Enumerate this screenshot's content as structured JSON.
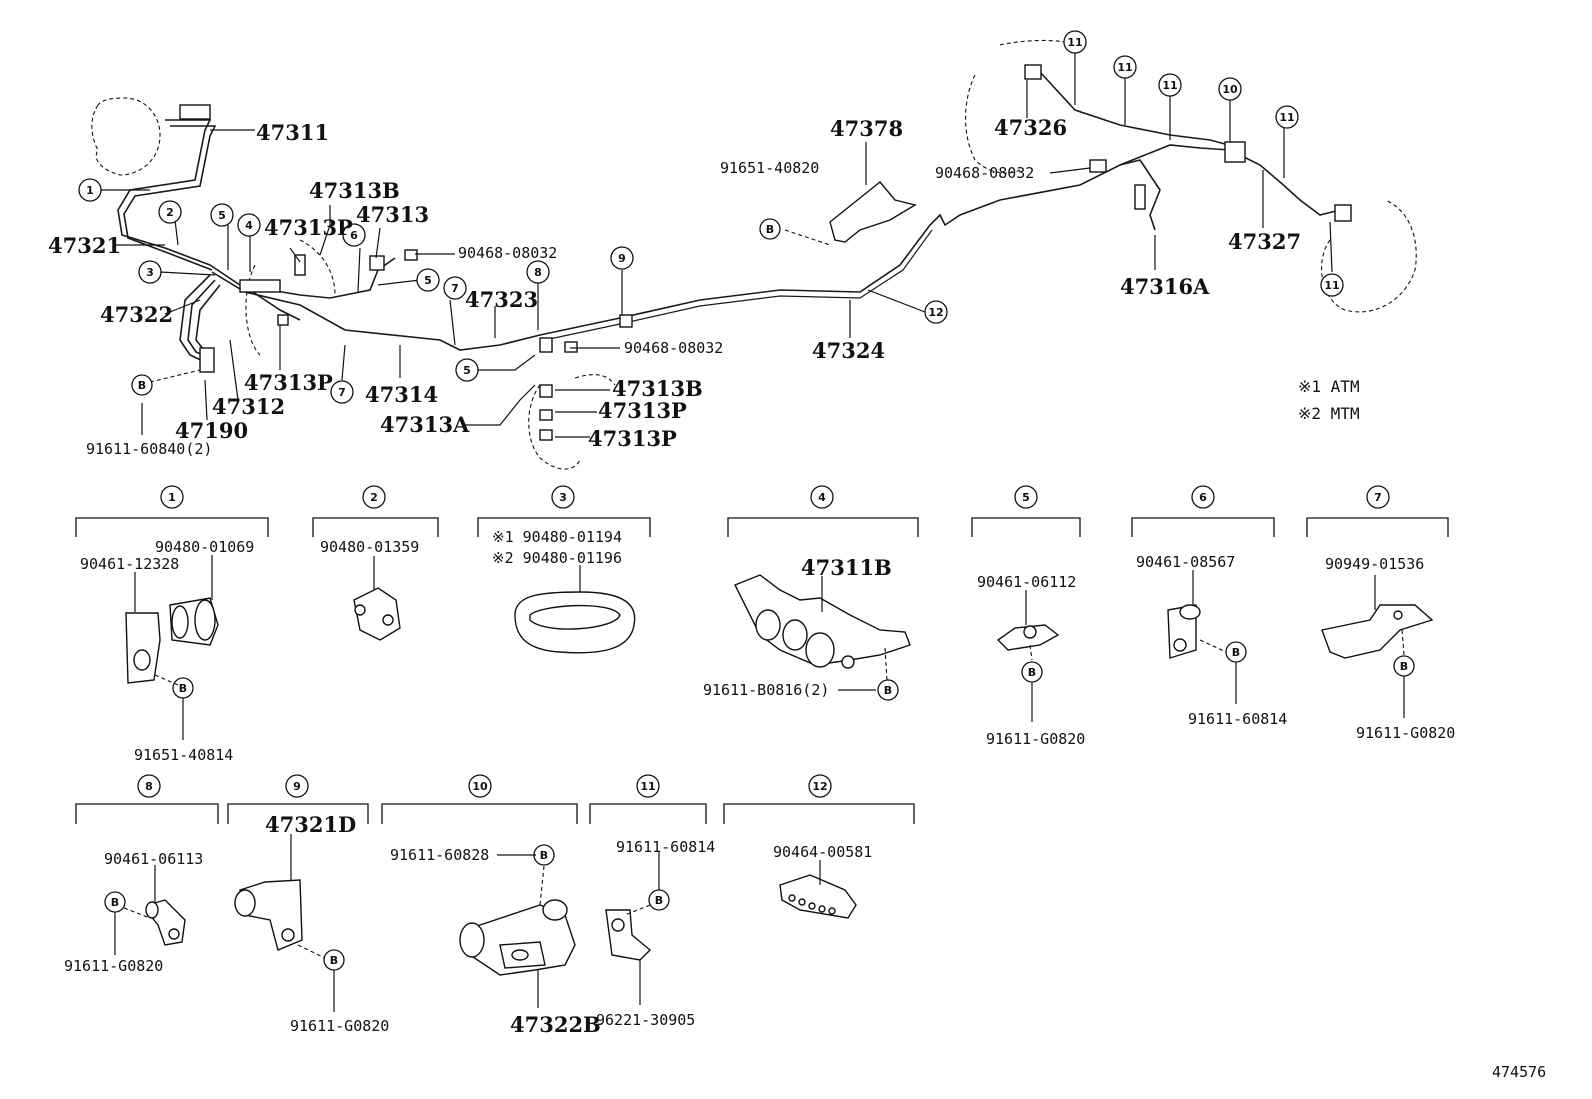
{
  "callouts_main": [
    {
      "id": "c1",
      "text": "1"
    },
    {
      "id": "c2",
      "text": "2"
    },
    {
      "id": "c3",
      "text": "3"
    },
    {
      "id": "c4",
      "text": "4"
    },
    {
      "id": "c5a",
      "text": "5"
    },
    {
      "id": "c6",
      "text": "6"
    },
    {
      "id": "c5b",
      "text": "5"
    },
    {
      "id": "c7a",
      "text": "7"
    },
    {
      "id": "c8",
      "text": "8"
    },
    {
      "id": "c9",
      "text": "9"
    },
    {
      "id": "c7b",
      "text": "7"
    },
    {
      "id": "c5c",
      "text": "5"
    },
    {
      "id": "c12",
      "text": "12"
    },
    {
      "id": "c11a",
      "text": "11"
    },
    {
      "id": "c11b",
      "text": "11"
    },
    {
      "id": "c11c",
      "text": "11"
    },
    {
      "id": "c10",
      "text": "10"
    },
    {
      "id": "c11d",
      "text": "11"
    },
    {
      "id": "c11e",
      "text": "11"
    }
  ],
  "b_marker": "B",
  "part_labels": {
    "p47311": "47311",
    "p47321": "47321",
    "p47322": "47322",
    "p47312": "47312",
    "p47190": "47190",
    "p91611_60840": "91611-60840(2)",
    "p47313B_top": "47313B",
    "p47313P_top": "47313P",
    "p47313_top": "47313",
    "p90468_a": "90468-08032",
    "p47313P_mid": "47313P",
    "p47314": "47314",
    "p47323": "47323",
    "p90468_b": "90468-08032",
    "p47313A": "47313A",
    "p47313B_b": "47313B",
    "p47313P_b1": "47313P",
    "p47313P_b2": "47313P",
    "p47378": "47378",
    "p91651_40820": "91651-40820",
    "p47324": "47324",
    "p90468_c": "90468-08032",
    "p47326": "47326",
    "p47316A": "47316A",
    "p47327": "47327"
  },
  "notes": {
    "atm": "※1 ATM",
    "mtm": "※2 MTM"
  },
  "detail_groups": [
    {
      "num": "1",
      "labels": [
        "90480-01069",
        "90461-12328",
        "91651-40814"
      ]
    },
    {
      "num": "2",
      "labels": [
        "90480-01359"
      ]
    },
    {
      "num": "3",
      "labels": [
        "※1 90480-01194",
        "※2 90480-01196"
      ]
    },
    {
      "num": "4",
      "labels": [
        "47311B",
        "91611-B0816(2)"
      ]
    },
    {
      "num": "5",
      "labels": [
        "90461-06112",
        "91611-G0820"
      ]
    },
    {
      "num": "6",
      "labels": [
        "90461-08567",
        "91611-60814"
      ]
    },
    {
      "num": "7",
      "labels": [
        "90949-01536",
        "91611-G0820"
      ]
    },
    {
      "num": "8",
      "labels": [
        "90461-06113",
        "91611-G0820"
      ]
    },
    {
      "num": "9",
      "labels": [
        "47321D",
        "91611-G0820"
      ]
    },
    {
      "num": "10",
      "labels": [
        "91611-60828",
        "47322B"
      ]
    },
    {
      "num": "11",
      "labels": [
        "91611-60814",
        "96221-30905"
      ]
    },
    {
      "num": "12",
      "labels": [
        "90464-00581"
      ]
    }
  ],
  "figure_id": "474576"
}
